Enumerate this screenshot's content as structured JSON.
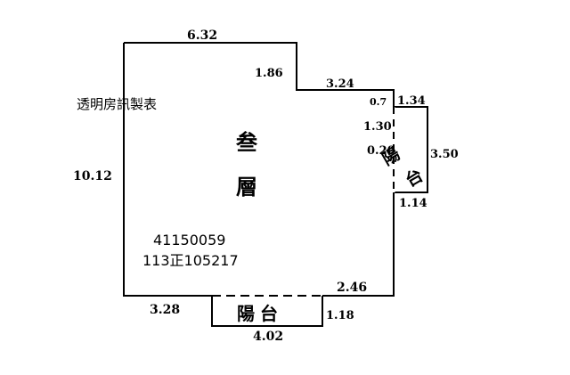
{
  "watermark": "透明房訊製表",
  "room": {
    "line1": "叁",
    "line2": "層"
  },
  "balconies": {
    "bottom_label": "陽台",
    "right_char1": "陽",
    "right_char2": "台"
  },
  "ids": {
    "line1": "41150059",
    "line2": "113正105217"
  },
  "dimensions": {
    "top": "6.32",
    "notch_depth": "1.86",
    "notch_width": "3.24",
    "small_a": "0.7",
    "small_b": "1.34",
    "right_balcony_inner": "1.30",
    "small_c": "0.20",
    "right_balcony_depth": "3.50",
    "right_balcony_width": "1.14",
    "left": "10.12",
    "bottom_right": "2.46",
    "bottom_left": "3.28",
    "bottom_balcony_depth": "1.18",
    "bottom_balcony_width": "4.02"
  }
}
